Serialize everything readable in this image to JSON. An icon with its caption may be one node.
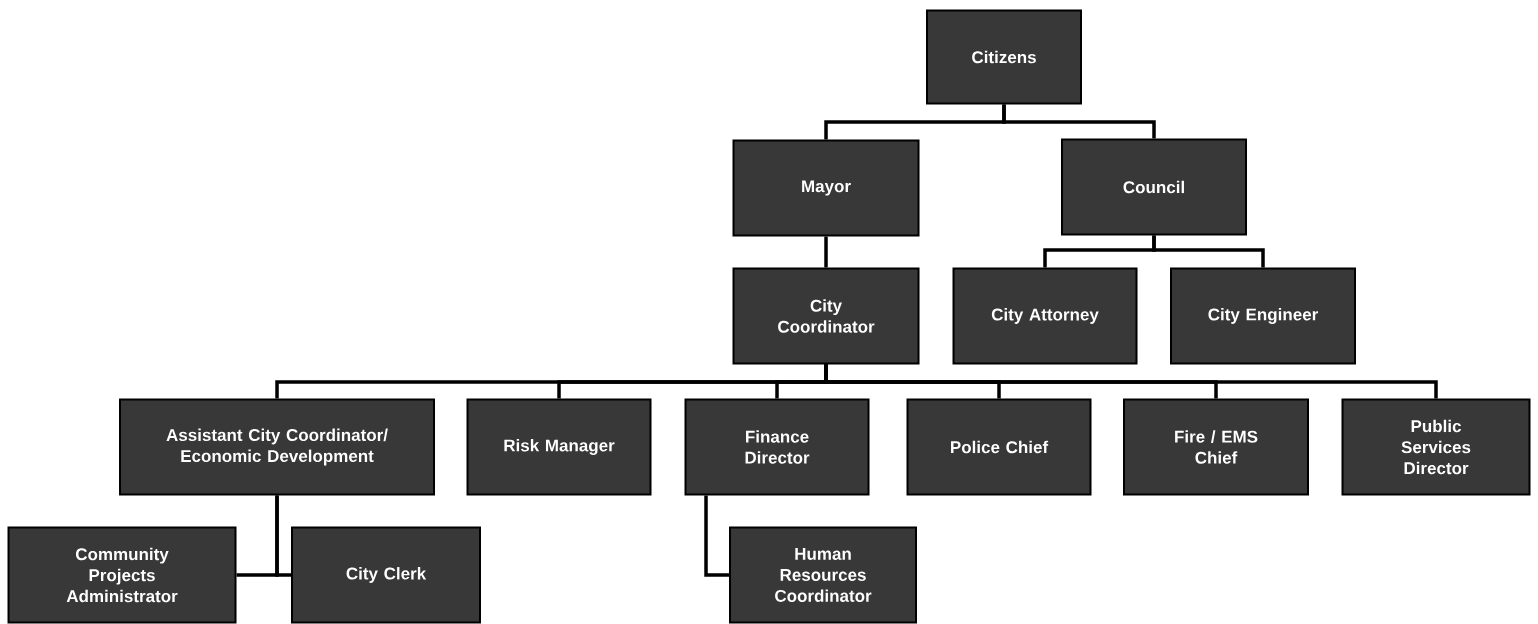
{
  "diagram": {
    "nodes": [
      {
        "text": [
          "Citizens"
        ]
      },
      {
        "text": [
          "Mayor"
        ]
      },
      {
        "text": [
          "Council"
        ]
      },
      {
        "text": [
          "City Coordinator"
        ]
      },
      {
        "text": [
          "City Attorney"
        ]
      },
      {
        "text": [
          "City Engineer"
        ]
      },
      {
        "text": [
          "Assistant City Coordinator/ Economic Development"
        ]
      },
      {
        "text": [
          "Risk Manager"
        ]
      },
      {
        "text": [
          "Finance Director"
        ]
      },
      {
        "text": [
          "Police Chief"
        ]
      },
      {
        "text": [
          "Fire / EMS Chief"
        ]
      },
      {
        "text": [
          "Public Services Director"
        ]
      },
      {
        "text": [
          "Community Projects Administrator"
        ]
      },
      {
        "text": [
          "City Clerk"
        ]
      },
      {
        "text": [
          "Human Resources Coordinator"
        ]
      }
    ],
    "edges": [
      {
        "from": 0,
        "to": 1,
        "arrow": "none"
      },
      {
        "from": 0,
        "to": 2,
        "arrow": "none"
      },
      {
        "from": 1,
        "to": 3,
        "arrow": "none"
      },
      {
        "from": 2,
        "to": 4,
        "arrow": "none"
      },
      {
        "from": 2,
        "to": 5,
        "arrow": "none"
      },
      {
        "from": 3,
        "to": 6,
        "arrow": "none"
      },
      {
        "from": 3,
        "to": 7,
        "arrow": "none"
      },
      {
        "from": 3,
        "to": 8,
        "arrow": "none"
      },
      {
        "from": 3,
        "to": 9,
        "arrow": "none"
      },
      {
        "from": 3,
        "to": 10,
        "arrow": "none"
      },
      {
        "from": 3,
        "to": 11,
        "arrow": "none"
      },
      {
        "from": 6,
        "to": 12,
        "arrow": "none"
      },
      {
        "from": 6,
        "to": 13,
        "arrow": "none"
      },
      {
        "from": 8,
        "to": 14,
        "arrow": "none"
      }
    ]
  }
}
